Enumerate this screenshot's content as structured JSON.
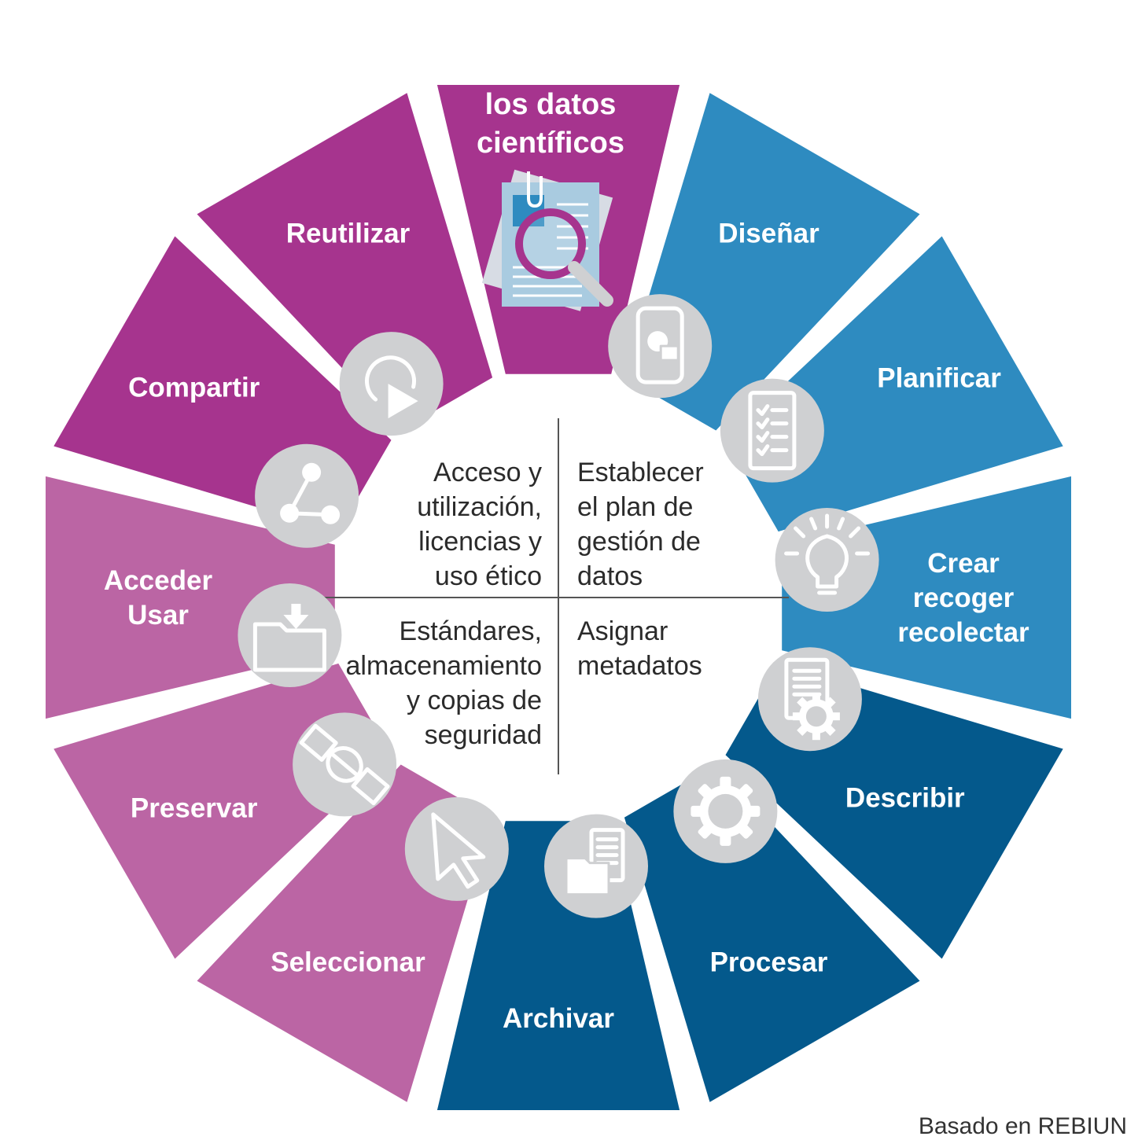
{
  "title_lines": [
    "Ciclo de",
    "los datos",
    "científicos"
  ],
  "colors": {
    "title": "#a6348e",
    "light_blue": "#2e8bc0",
    "dark_blue": "#04598c",
    "dark_magenta": "#a6348e",
    "light_magenta": "#bb65a4",
    "icon_circle": "#cfd0d2",
    "divider": "#555555"
  },
  "segments": [
    {
      "label": "Diseñar",
      "color": "light_blue",
      "icon": "design-icon"
    },
    {
      "label": "Planificar",
      "color": "light_blue",
      "icon": "checklist-icon"
    },
    {
      "label": "Crear\nrecoger\nrecolectar",
      "color": "light_blue",
      "icon": "lightbulb-icon"
    },
    {
      "label": "Describir",
      "color": "dark_blue",
      "icon": "document-gear-icon"
    },
    {
      "label": "Procesar",
      "color": "dark_blue",
      "icon": "gear-icon"
    },
    {
      "label": "Archivar",
      "color": "dark_blue",
      "icon": "files-icon"
    },
    {
      "label": "Seleccionar",
      "color": "light_magenta",
      "icon": "cursor-icon"
    },
    {
      "label": "Preservar",
      "color": "light_magenta",
      "icon": "satellite-icon"
    },
    {
      "label": "Acceder\nUsar",
      "color": "light_magenta",
      "icon": "folder-download-icon"
    },
    {
      "label": "Compartir",
      "color": "dark_magenta",
      "icon": "share-icon"
    },
    {
      "label": "Reutilizar",
      "color": "dark_magenta",
      "icon": "reuse-icon"
    }
  ],
  "quadrants": {
    "top_left": [
      "Acceso y",
      "utilización,",
      "licencias y",
      "uso ético"
    ],
    "top_right": [
      "Establecer",
      "el plan de",
      "gestión de",
      "datos"
    ],
    "bottom_left": [
      "Estándares,",
      "almacenamiento",
      "y copias de",
      "seguridad"
    ],
    "bottom_right": [
      "Asignar",
      "metadatos"
    ]
  },
  "source_credit": "Basado en REBIUN"
}
